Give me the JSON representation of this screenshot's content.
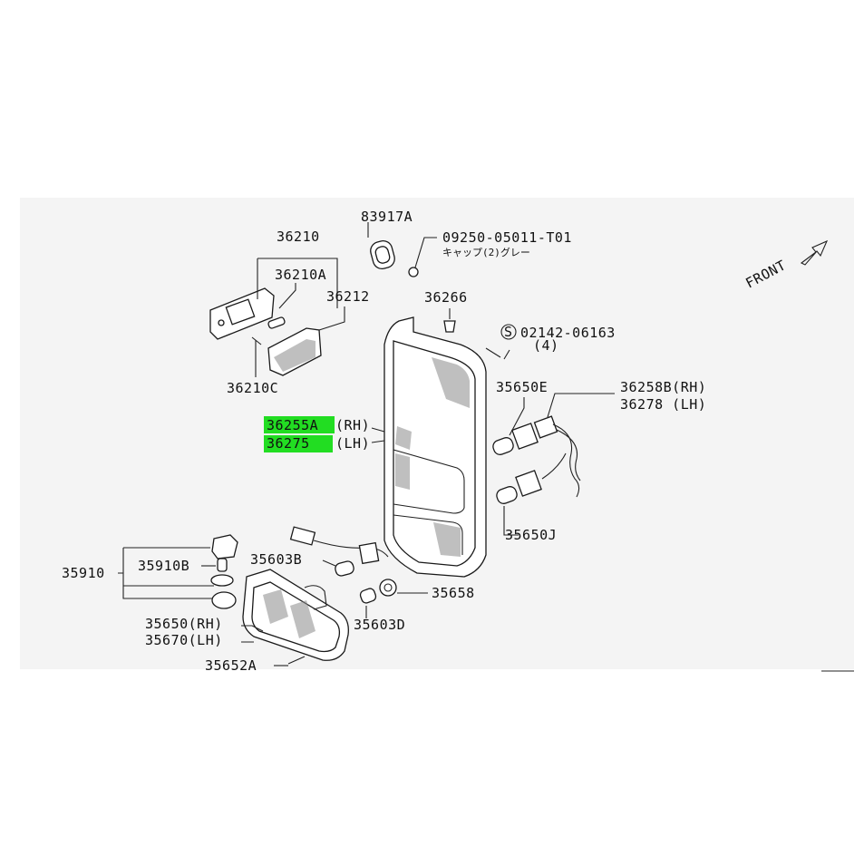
{
  "diagram": {
    "front_label": "FRONT",
    "parts": {
      "p83917A": "83917A",
      "p09250": "09250-05011-T01",
      "p09250_note": "キャップ(2)グレー",
      "p36210": "36210",
      "p36210A": "36210A",
      "p36212": "36212",
      "p36266": "36266",
      "p02142": "02142-06163",
      "p02142_qty": "(4)",
      "p02142_symbol": "S",
      "p36210C": "36210C",
      "p35650E": "35650E",
      "p36258B": "36258B(RH)",
      "p36278": "36278 (LH)",
      "p36255A": "36255A",
      "p36255A_side": "(RH)",
      "p36275": "36275",
      "p36275_side": "(LH)",
      "p35650J": "35650J",
      "p35910": "35910",
      "p35910B": "35910B",
      "p35603B": "35603B",
      "p35658": "35658",
      "p35650": "35650(RH)",
      "p35670": "35670(LH)",
      "p35603D": "35603D",
      "p35652A": "35652A"
    },
    "highlight_color": "#22dd22"
  }
}
